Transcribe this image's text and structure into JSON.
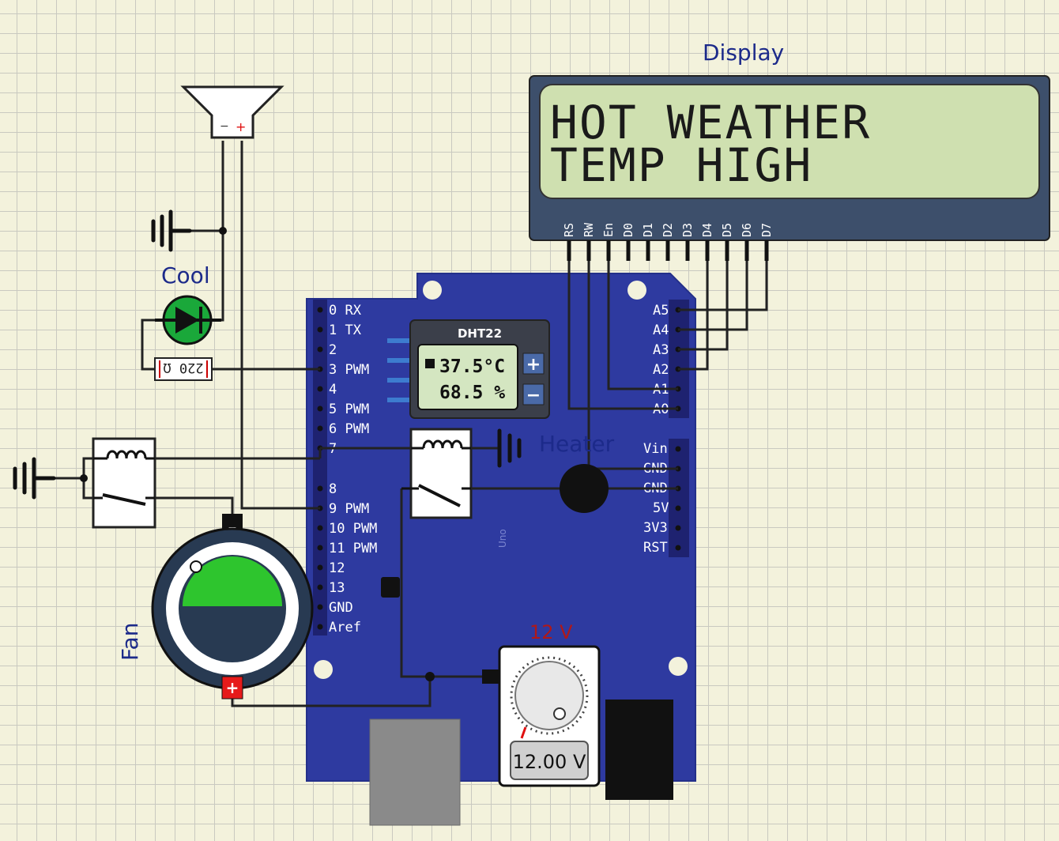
{
  "labels": {
    "display": "Display",
    "cool": "Cool",
    "heater": "Heater",
    "fan": "Fan",
    "supply": "12 V",
    "resistor": "220 Ω",
    "board": "Uno"
  },
  "lcd": {
    "line1": "HOT WEATHER",
    "line2": "TEMP HIGH",
    "pins": [
      "RS",
      "RW",
      "En",
      "D0",
      "D1",
      "D2",
      "D3",
      "D4",
      "D5",
      "D6",
      "D7"
    ],
    "colors": {
      "frame": "#3d4f6b",
      "screen": "#cfe0b0"
    }
  },
  "dht22": {
    "title": "DHT22",
    "temperature": "37.5°C",
    "humidity": "68.5 %",
    "plus": "+",
    "minus": "−"
  },
  "arduino": {
    "color": "#2e3aa0",
    "left_pins": [
      "0 RX",
      "1 TX",
      "2",
      "3 PWM",
      "4",
      "5 PWM",
      "6 PWM",
      "7",
      "8",
      "9 PWM",
      "10 PWM",
      "11 PWM",
      "12",
      "13",
      "GND",
      "Aref"
    ],
    "analog_pins": [
      "A5",
      "A4",
      "A3",
      "A2",
      "A1",
      "A0"
    ],
    "power_pins": [
      "Vin",
      "GND",
      "GND",
      "5V",
      "3V3",
      "RST"
    ]
  },
  "power_supply": {
    "readout": "12.00 V"
  },
  "fan": {
    "terminal_minus": "−",
    "terminal_plus": "+"
  },
  "buzzer": {
    "minus": "−",
    "plus": "+"
  }
}
